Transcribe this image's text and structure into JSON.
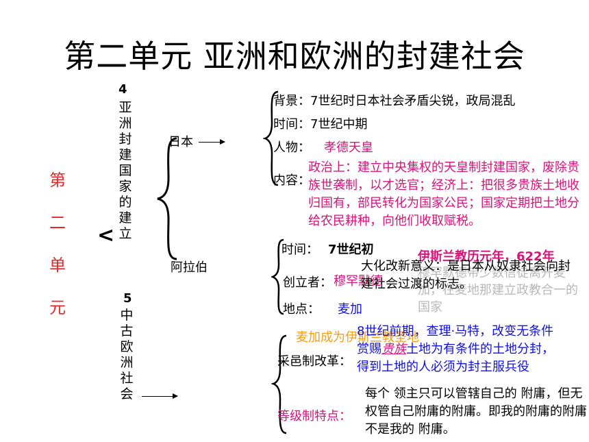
{
  "title": "第二单元  亚洲和欧洲的封建社会",
  "unit_label": "第二单元",
  "left_topics": {
    "topic4_num": "4",
    "topic4_text": "亚洲封建国家的建立",
    "topic5_num": "5",
    "topic5_text": "中古欧洲社会"
  },
  "japan": {
    "label": "日本",
    "background": "背景：7世纪时日本社会矛盾尖锐，政局混乱",
    "time": "时间：7世纪中期",
    "person_label": "人物：",
    "person_value": "孝德天皇",
    "content_label": "内容：",
    "content_value": "政治上：建立中央集权的天皇制封建国家，废除贵族世袭制，以才选官；经济上：把很多贵族土地收归国有，部民转化为国家公民；国家定期把土地分给农民耕种，向他们收取赋税。",
    "significance": "大化改新意义：是日本从奴隶社会向封建社会过渡的标志。"
  },
  "arab": {
    "label": "阿拉伯",
    "time_label": "时间：",
    "time_value": "7世纪初",
    "founder_label": "创立者：",
    "founder_value": "穆罕默德",
    "place_label": "地点：",
    "place_value": "麦加",
    "islamic_calendar": "伊斯兰教历元年，622年",
    "gray_note": "穆罕默德带少数信徒离开麦加，在麦地那建立政教合一的国家",
    "mecca_note": "麦加成为伊斯兰教圣地"
  },
  "europe": {
    "fief_label": "采邑制改革：",
    "fief_line1": "8世纪前期，查理·马特，改变无条件",
    "fief_line2_pre": "赏赐",
    "fief_line2_em": "贵族",
    "fief_line2_post": "土地为有条件的土地分封，",
    "fief_line3": "得到土地的人必须为封主服兵役",
    "hierarchy_label": "等级制特点：",
    "hierarchy_value": "每个 领主只可以管辖自己的 附庸，但无权管自己附庸的附庸。即我的附庸的附庸不是我的 附庸。"
  },
  "colors": {
    "unit_red": "#e8262a",
    "magenta": "#d6147a",
    "blue": "#1010e0",
    "orange": "#f49e10",
    "gray": "#b8b8b8"
  }
}
